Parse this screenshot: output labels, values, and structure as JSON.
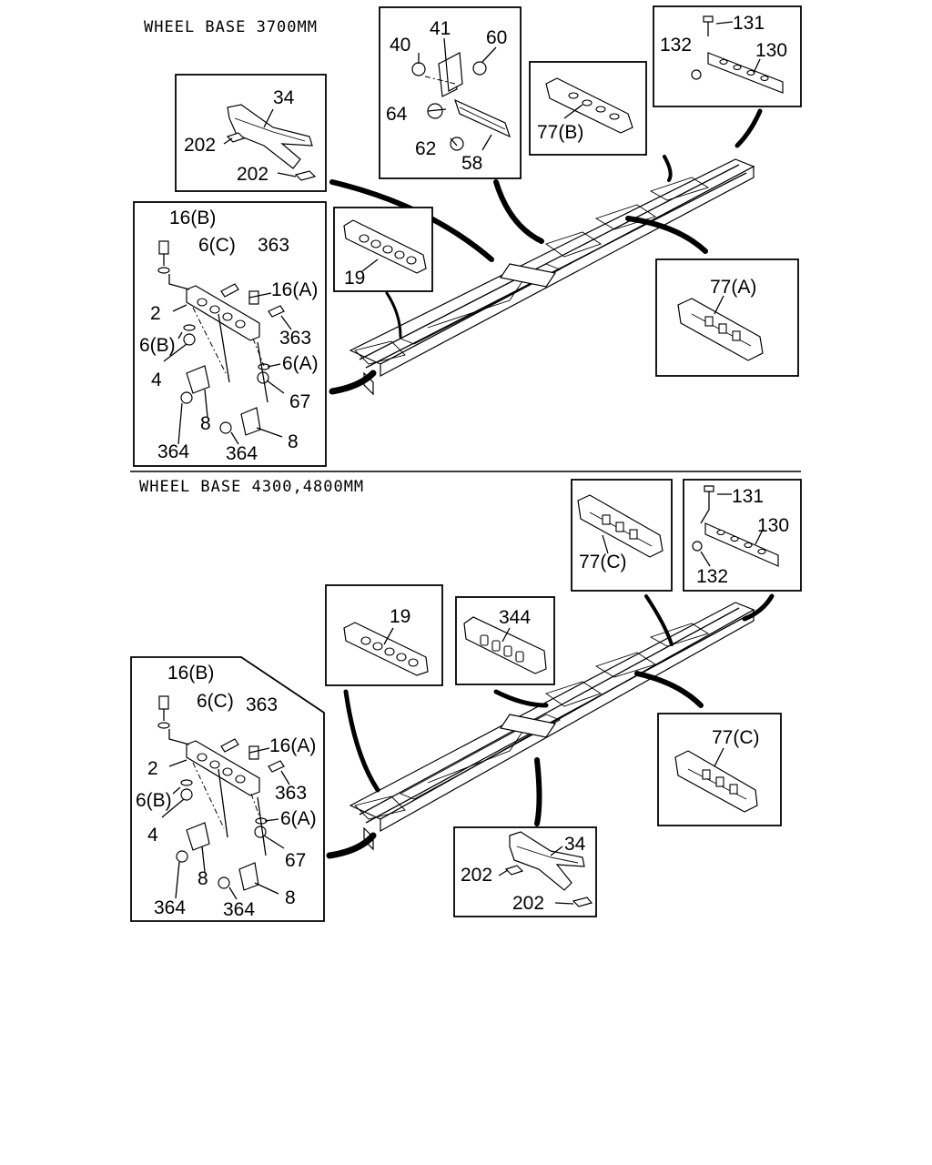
{
  "sections": [
    {
      "title": "WHEEL BASE 3700MM",
      "callouts": {
        "crossmember_34": [
          "34",
          "202",
          "202"
        ],
        "bracket_group": [
          "40",
          "41",
          "60",
          "64",
          "62",
          "58"
        ],
        "member_77b": [
          "77(B)"
        ],
        "rear_bar": [
          "131",
          "132",
          "130"
        ],
        "member_19": [
          "19"
        ],
        "member_77a": [
          "77(A)"
        ],
        "front_assembly": [
          "16(B)",
          "6(C)",
          "363",
          "16(A)",
          "2",
          "363",
          "6(B)",
          "6(A)",
          "4",
          "67",
          "8",
          "364",
          "364",
          "8"
        ]
      }
    },
    {
      "title": "WHEEL BASE 4300,4800MM",
      "callouts": {
        "member_77c_top": [
          "77(C)"
        ],
        "rear_bar": [
          "131",
          "130",
          "132"
        ],
        "member_19": [
          "19"
        ],
        "member_344": [
          "344"
        ],
        "member_77c_right": [
          "77(C)"
        ],
        "crossmember_34": [
          "34",
          "202",
          "202"
        ],
        "front_assembly": [
          "16(B)",
          "6(C)",
          "363",
          "16(A)",
          "2",
          "363",
          "6(B)",
          "6(A)",
          "4",
          "67",
          "8",
          "364",
          "364",
          "8"
        ]
      }
    }
  ]
}
